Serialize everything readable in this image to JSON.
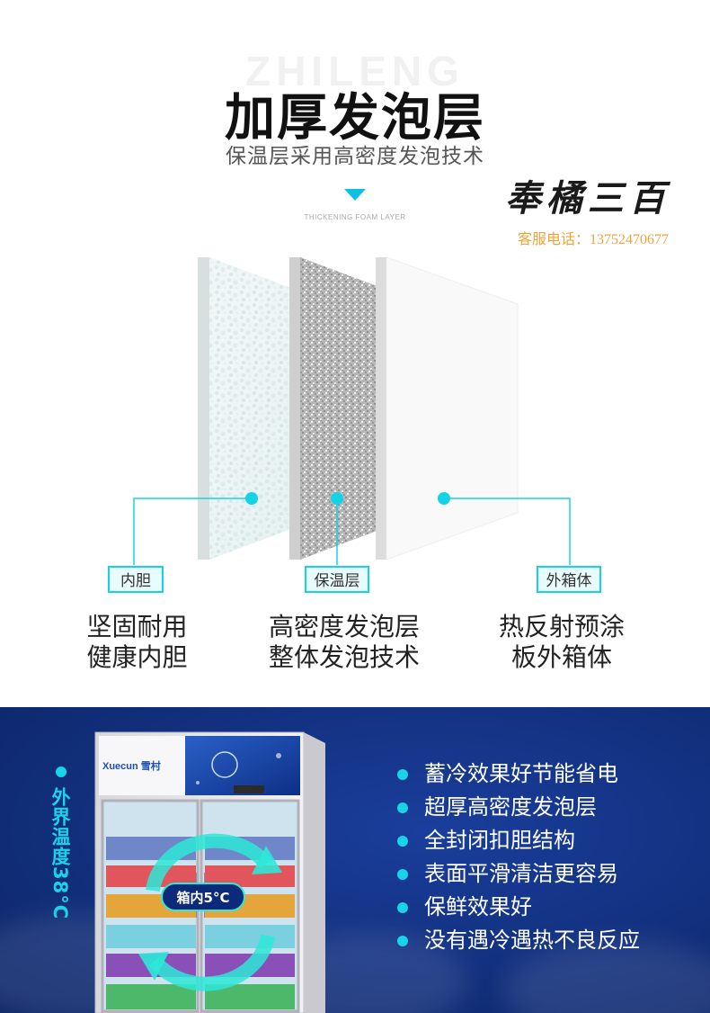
{
  "header": {
    "bg_word": "ZHILENG",
    "title": "加厚发泡层",
    "subtitle": "保温层采用高密度发泡技术",
    "small_caption": "THICKENING FOAM LAYER"
  },
  "brand": {
    "calligraphy": "奉橘三百",
    "service": "客服电话：13752470677"
  },
  "layers": [
    {
      "tag": "内胆",
      "desc_line1": "坚固耐用",
      "desc_line2": "健康内胆"
    },
    {
      "tag": "保温层",
      "desc_line1": "高密度发泡层",
      "desc_line2": "整体发泡技术"
    },
    {
      "tag": "外箱体",
      "desc_line1": "热反射预涂",
      "desc_line2": "板外箱体"
    }
  ],
  "fridge": {
    "brand_label": "Xuecun 雪村",
    "inner_temp": "箱内5°C",
    "outside_temp": "外界温度38°C"
  },
  "features": [
    "蓄冷效果好节能省电",
    "超厚高密度发泡层",
    "全封闭扣胆结构",
    "表面平滑清洁更容易",
    "保鲜效果好",
    "没有遇冷遇热不良反应"
  ],
  "colors": {
    "accent": "#19d3e8",
    "bottom_bg": "#12307e",
    "service_text": "#f0a23a"
  }
}
